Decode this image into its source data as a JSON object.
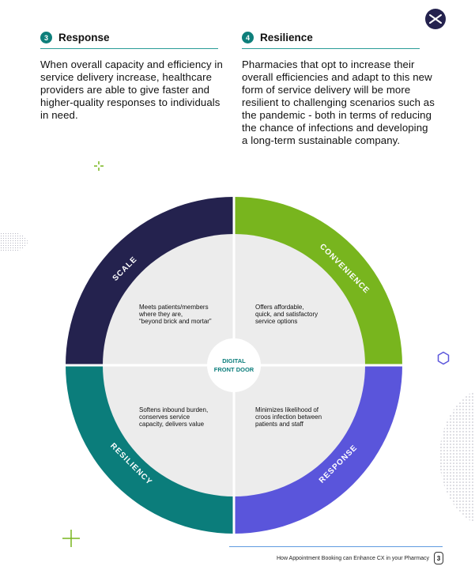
{
  "colors": {
    "accent_teal": "#0e7f7b",
    "scale": "#24224e",
    "convenience": "#78b51e",
    "response": "#5a55db",
    "resiliency": "#0b7d7b",
    "inner_fill": "#ececec"
  },
  "sections": [
    {
      "number": "3",
      "title": "Response",
      "body": "When overall capacity and efficiency in service delivery increase, healthcare providers are able to give faster and higher-quality responses to individuals in need."
    },
    {
      "number": "4",
      "title": "Resilience",
      "body": "Pharmacies that opt to increase their overall efficiencies and adapt to this new form of service delivery will be more resilient to challenging scenarios such as the pandemic - both in terms of reducing the chance of infections and developing a long-term sustainable company."
    }
  ],
  "wheel": {
    "center_label": [
      "DIGITAL",
      "FRONT DOOR"
    ],
    "segments": [
      {
        "label": "SCALE",
        "text": [
          "Meets patients/members",
          "where they are,",
          "“beyond brick and mortar”"
        ]
      },
      {
        "label": "CONVENIENCE",
        "text": [
          "Offers affordable,",
          "quick, and satisfactory",
          "service options"
        ]
      },
      {
        "label": "RESPONSE",
        "text": [
          "Minimizes likelihood of",
          "croos infection between",
          "patients and staff"
        ]
      },
      {
        "label": "RESILIENCY",
        "text": [
          "Softens inbound burden,",
          "conserves service",
          "capacity, delivers value"
        ]
      }
    ]
  },
  "footer": {
    "text": "How Appointment Booking can Enhance CX in your Pharmacy",
    "page_number": "3"
  },
  "icons": [
    "logo-icon",
    "plus-icon",
    "hexagon-icon",
    "dot-pattern"
  ]
}
